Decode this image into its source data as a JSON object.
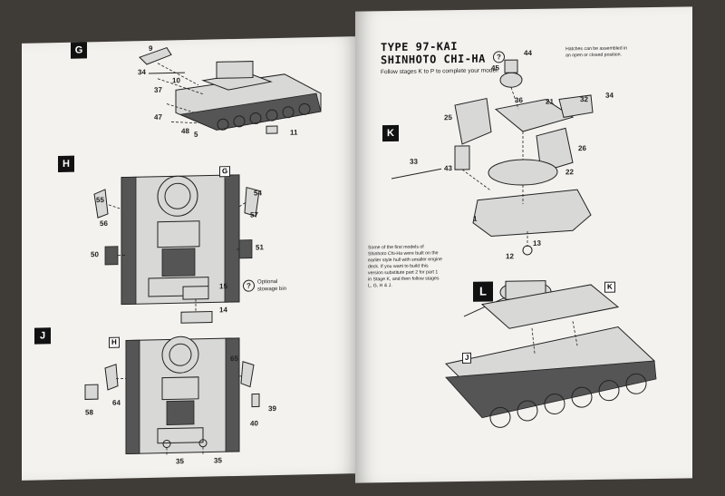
{
  "left_page": {
    "stages": [
      {
        "id": "G",
        "parts": [
          "9",
          "34",
          "10",
          "37",
          "47",
          "48",
          "11",
          "5"
        ]
      },
      {
        "id": "H",
        "parts": [
          "55",
          "54",
          "56",
          "57",
          "50",
          "51",
          "15",
          "14"
        ],
        "ref": "G",
        "callout": "Optional stowage bin",
        "callout_part": "15"
      },
      {
        "id": "J",
        "parts": [
          "65",
          "64",
          "58",
          "40",
          "39",
          "35",
          "35"
        ],
        "ref": "H"
      }
    ],
    "stage_g_label": "G",
    "stage_h_label": "H",
    "stage_j_label": "J",
    "ref_g": "G",
    "ref_h": "H",
    "callout_mark": "?",
    "callout_text_1": "Optional",
    "callout_text_2": "stowage bin"
  },
  "right_page": {
    "title_line_1": "TYPE 97-KAI",
    "title_line_2": "SHINHOTO CHI-HA",
    "subtitle": "Follow stages K to P to complete your model.",
    "hatch_note": "Hatches can be assembled in an open or closed position.",
    "early_note": "Some of the first models of Shinhoto Chi-Ha were built on the earlier style hull with smaller engine deck. If you want to build this version substitute part 2 for part 1 in Stage K, and then follow stages L, G, H & J.",
    "stage_k_label": "K",
    "stage_l_label": "L",
    "ref_k": "K",
    "ref_j": "J",
    "help_mark": "?",
    "labels": {
      "p45": "45",
      "p44": "44",
      "p36": "36",
      "p21": "21",
      "p32": "32",
      "p34": "34",
      "p25": "25",
      "p26": "26",
      "p33": "33",
      "p43": "43",
      "p22": "22",
      "p1": "1",
      "p13": "13",
      "p12": "12"
    }
  },
  "colors": {
    "background": "#3f3b37",
    "paper": "#f3f2ef",
    "ink": "#222222",
    "stage_box": "#111111"
  }
}
